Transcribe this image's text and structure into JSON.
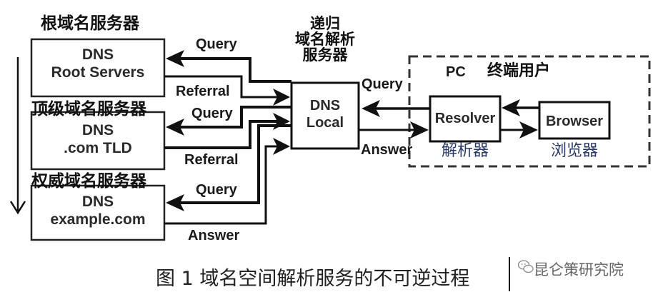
{
  "figure": {
    "caption": "图 1 域名空间解析服务的不可逆过程",
    "watermark": "昆仑策研究院",
    "watermark_icon": "wechat-icon"
  },
  "servers": {
    "root": {
      "title_cn": "根域名服务器",
      "line1": "DNS",
      "line2": "Root Servers"
    },
    "tld": {
      "title_cn": "顶级域名服务器",
      "line1": "DNS",
      "line2": ".com TLD"
    },
    "authoritative": {
      "title_cn": "权威域名服务器",
      "line1": "DNS",
      "line2": "example.com"
    }
  },
  "local": {
    "title_cn_lines": [
      "递归",
      "域名解析",
      "服务器"
    ],
    "line1": "DNS",
    "line2": "Local"
  },
  "pc": {
    "label": "PC",
    "label_cn": "终端用户",
    "resolver": {
      "label": "Resolver",
      "label_cn": "解析器"
    },
    "browser": {
      "label": "Browser",
      "label_cn": "浏览器"
    }
  },
  "arrows": {
    "root_query": "Query",
    "root_referral": "Referral",
    "tld_query": "Query",
    "tld_referral": "Referral",
    "auth_query": "Query",
    "auth_answer": "Answer",
    "local_query": "Query",
    "local_answer": "Answer"
  }
}
